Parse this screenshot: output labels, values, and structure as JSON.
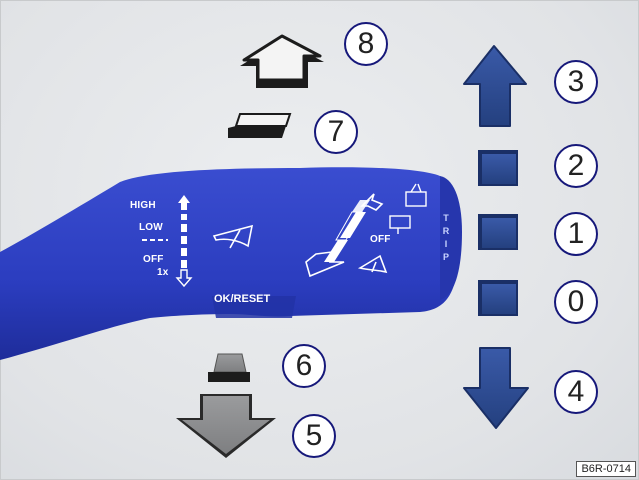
{
  "callouts": [
    "8",
    "7",
    "3",
    "2",
    "1",
    "0",
    "4",
    "6",
    "5"
  ],
  "lever": {
    "wiper_levels": [
      "HIGH",
      "LOW",
      "OFF",
      "1x"
    ],
    "off_label": "OFF",
    "reset_label": "OK/RESET",
    "trip_label": [
      "T",
      "R",
      "I",
      "P"
    ]
  },
  "figure_code": "B6R-0714",
  "colors": {
    "lever_blue": "#2b3dbf",
    "arrow_blue": "#2a4a92",
    "arrow_grey": "#8f9092",
    "callout_border": "#16187a"
  }
}
